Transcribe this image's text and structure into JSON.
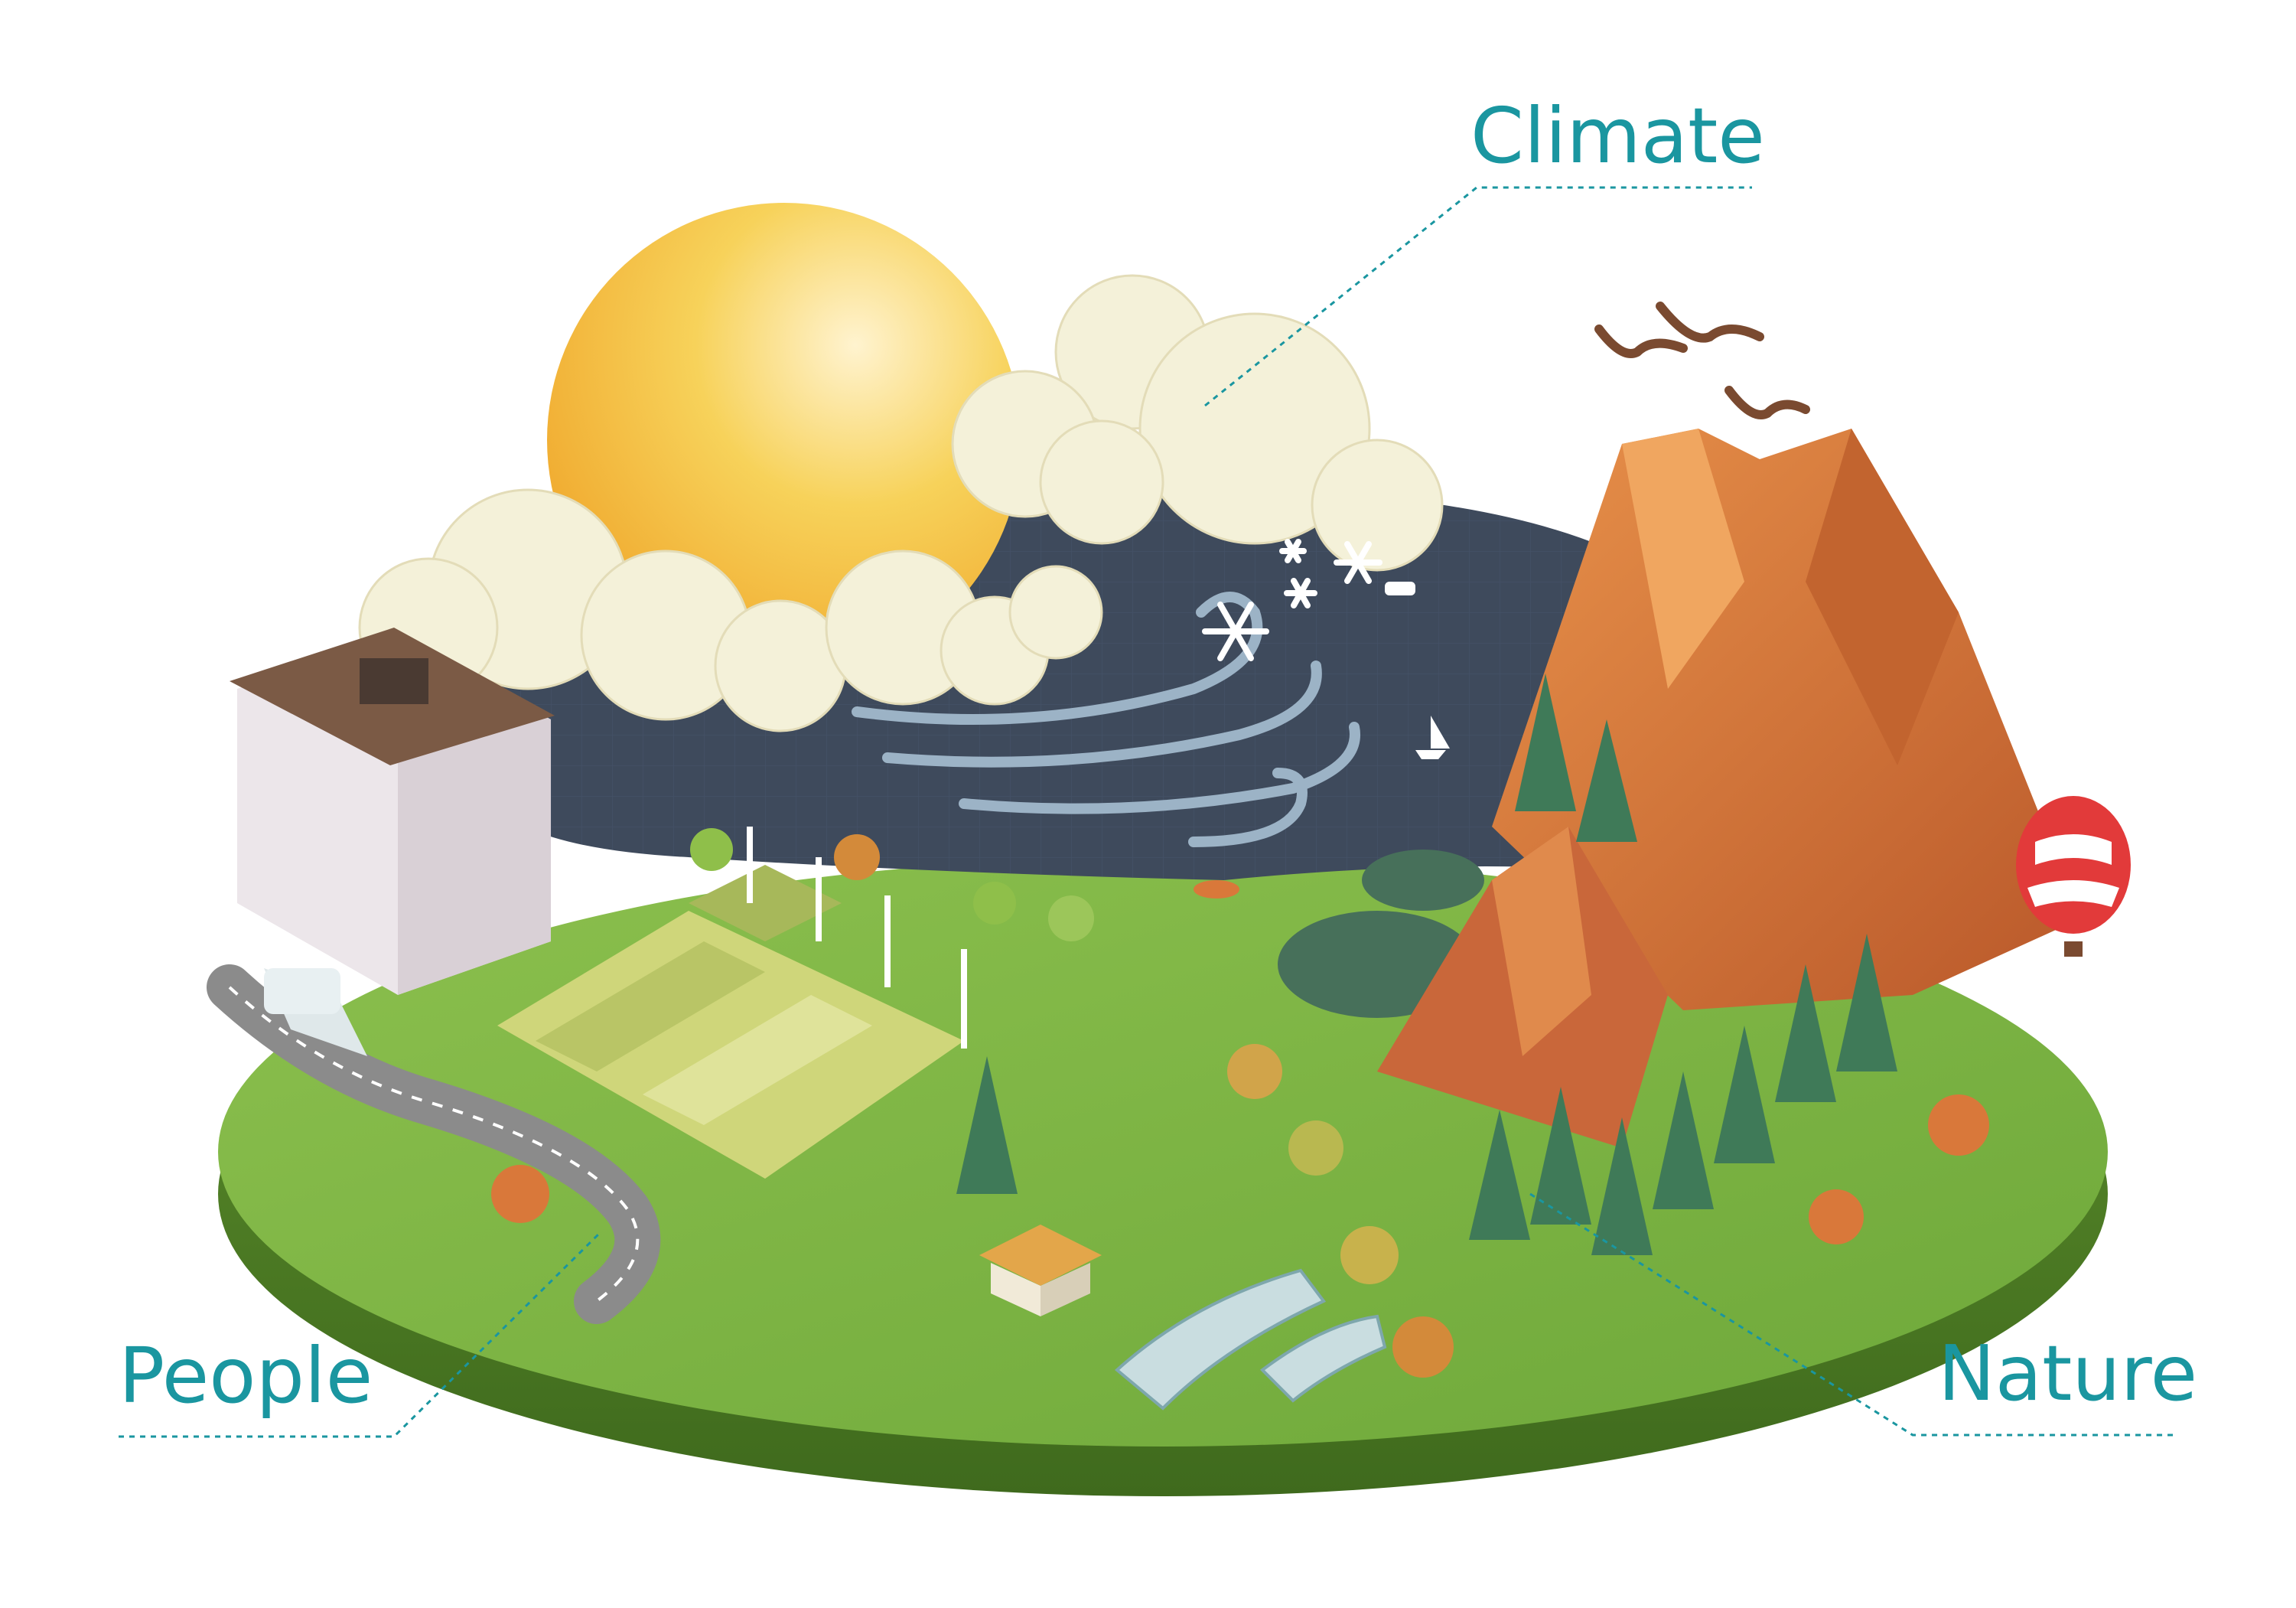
{
  "labels": {
    "climate": "Climate",
    "people": "People",
    "nature": "Nature"
  },
  "colors": {
    "label": "#1a96a0",
    "leader_line": "#1a96a0",
    "ground": "#7cb342",
    "ground_edge": "#4e7a25",
    "lake": "#3e4a5c",
    "sun": "#f7c548",
    "cloud": "#f4f1d9",
    "mountain": "#d9783a",
    "building": "#ece6ea",
    "road": "#8b8b8b"
  },
  "icons": [
    "sun-icon",
    "cloud-icon",
    "snowflake-icon",
    "wind-icon",
    "bird-icon",
    "tree-icon",
    "mountain-icon",
    "building-icon",
    "bus-icon",
    "wind-turbine-icon",
    "greenhouse-icon",
    "house-icon",
    "hot-air-balloon-icon",
    "sailboat-icon"
  ]
}
